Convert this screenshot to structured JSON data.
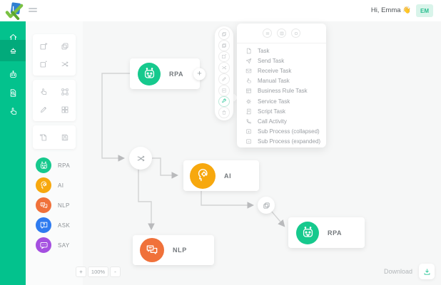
{
  "topbar": {
    "greeting": "Hi, Emma 👋",
    "avatar_initials": "EM",
    "logo_icon": "brand-check-logo",
    "menu_icon": "hamburger-icon"
  },
  "sidebar": {
    "accent_color": "#03c28d",
    "active_color": "#02aa7b",
    "items": [
      {
        "icon": "home-icon",
        "active": false
      },
      {
        "icon": "hat-publish-icon",
        "active": true
      },
      {
        "icon": "bot-icon",
        "active": false
      },
      {
        "icon": "file-search-icon",
        "active": false
      },
      {
        "icon": "hand-icon",
        "active": false
      }
    ]
  },
  "tool_panel": {
    "groups": [
      {
        "icons": [
          "new-shape-icon",
          "copy-shape-icon",
          "shape-dot-icon",
          "connect-icon"
        ]
      },
      {
        "icons": [
          "hand-select-icon",
          "frame-select-icon",
          "pencil-icon",
          "group-shapes-icon"
        ]
      },
      {
        "icons": [
          "new-file-icon",
          "save-icon"
        ]
      }
    ]
  },
  "palette": {
    "items": [
      {
        "label": "RPA",
        "color": "#16c98d",
        "icon": "robot-icon"
      },
      {
        "label": "AI",
        "color": "#f7a80e",
        "icon": "ai-head-icon"
      },
      {
        "label": "NLP",
        "color": "#f0713a",
        "icon": "chat-bubbles-icon"
      },
      {
        "label": "ASK",
        "color": "#2e7bf0",
        "icon": "question-bubble-icon"
      },
      {
        "label": "SAY",
        "color": "#a44fe0",
        "icon": "speech-bubble-icon"
      }
    ]
  },
  "canvas": {
    "nodes": [
      {
        "id": "rpa-1",
        "label": "RPA",
        "color": "#16c98d",
        "icon": "robot-icon"
      },
      {
        "id": "gateway",
        "icon": "connect-icon"
      },
      {
        "id": "ai-1",
        "label": "AI",
        "color": "#f7a80e",
        "icon": "ai-head-icon"
      },
      {
        "id": "nlp-1",
        "label": "NLP",
        "color": "#f0713a",
        "icon": "chat-bubbles-icon"
      },
      {
        "id": "link",
        "icon": "pages-icon"
      },
      {
        "id": "rpa-2",
        "label": "RPA",
        "color": "#16c98d",
        "icon": "robot-icon"
      }
    ],
    "plus_button": "+",
    "zoom": {
      "plus": "+",
      "value": "100%",
      "minus": "-"
    }
  },
  "context_toolbar": {
    "buttons": [
      "pages-icon",
      "clone-icon",
      "shape-dot-icon",
      "connect-icon",
      "pencil-icon",
      "note-icon",
      "wrench-icon",
      "trash-icon"
    ],
    "active_icon": "wrench-icon",
    "active_color": "#27c597"
  },
  "context_menu": {
    "header_buttons": [
      "list-view-icon",
      "grid-view-icon",
      "circle-view-icon"
    ],
    "items": [
      {
        "label": "Task",
        "icon": "doc-icon"
      },
      {
        "label": "Send Task",
        "icon": "plane-icon"
      },
      {
        "label": "Receive Task",
        "icon": "mail-icon"
      },
      {
        "label": "Manual Task",
        "icon": "hand-icon"
      },
      {
        "label": "Business Rule Task",
        "icon": "table-icon"
      },
      {
        "label": "Service Task",
        "icon": "gear-icon"
      },
      {
        "label": "Script Task",
        "icon": "script-icon"
      },
      {
        "label": "Call Activity",
        "icon": "phone-icon"
      },
      {
        "label": "Sub Process (collapsed)",
        "icon": "subprocess-collapsed-icon"
      },
      {
        "label": "Sub Process (expanded)",
        "icon": "subprocess-expanded-icon"
      }
    ]
  },
  "footer": {
    "download_label": "Download",
    "download_icon": "download-icon"
  }
}
